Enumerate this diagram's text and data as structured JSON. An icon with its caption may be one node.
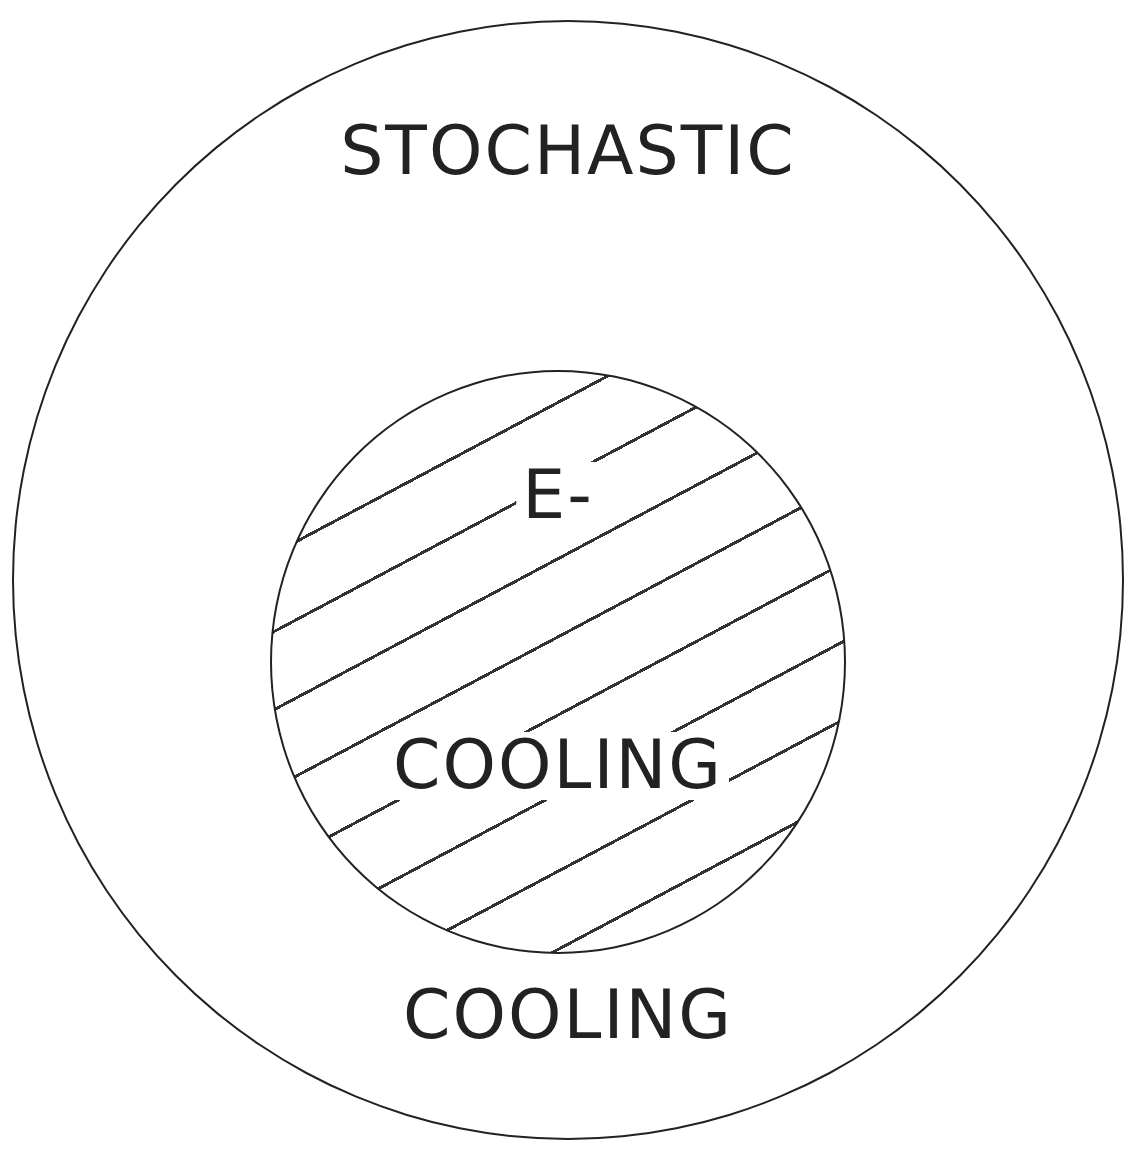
{
  "diagram": {
    "nodes": [
      {
        "text": [
          "STOCHASTIC",
          "COOLING"
        ]
      },
      {
        "text": [
          "E-",
          "COOLING"
        ],
        "in": 0
      }
    ]
  }
}
